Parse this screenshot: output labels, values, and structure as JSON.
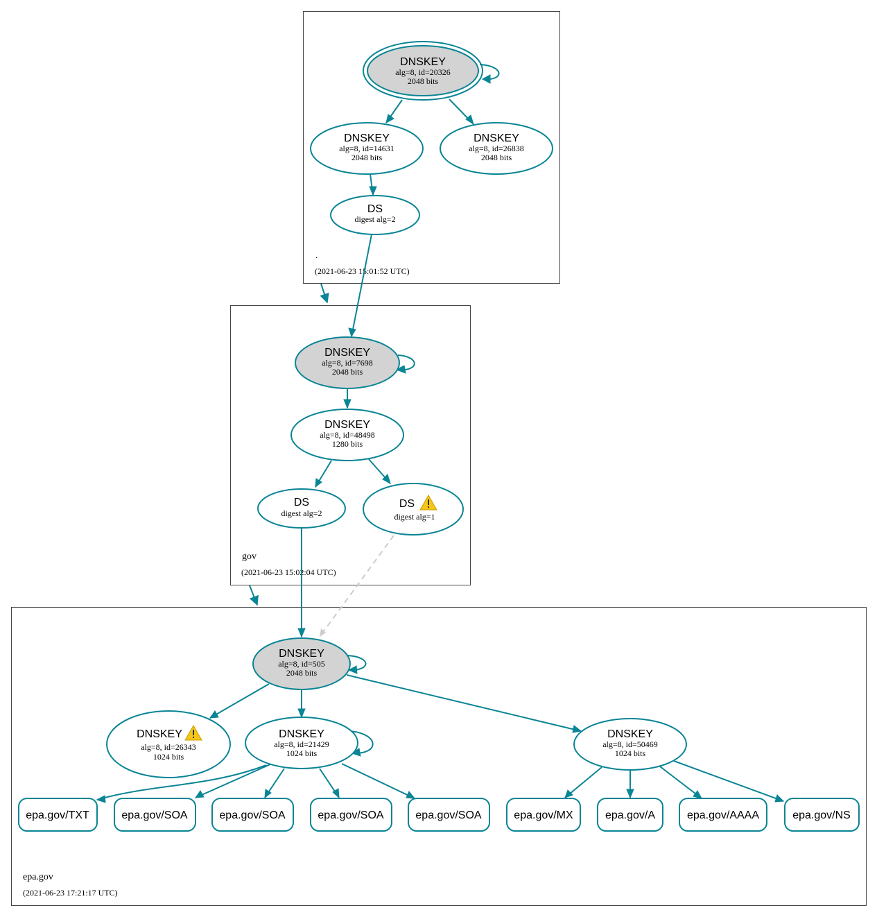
{
  "colors": {
    "edge": "#0a8595",
    "ksk_fill": "#d3d3d3",
    "node_fill": "#ffffff",
    "warning": "#f5c518",
    "insecure_edge": "#cccccc",
    "zone_border": "#444444"
  },
  "zones": {
    "root": {
      "name": ".",
      "timestamp": "(2021-06-23 15:01:52 UTC)"
    },
    "gov": {
      "name": "gov",
      "timestamp": "(2021-06-23 15:02:04 UTC)"
    },
    "epa": {
      "name": "epa.gov",
      "timestamp": "(2021-06-23 17:21:17 UTC)"
    }
  },
  "nodes": {
    "root_ksk": {
      "type": "DNSKEY",
      "detail": "alg=8, id=20326",
      "size": "2048 bits"
    },
    "root_zsk1": {
      "type": "DNSKEY",
      "detail": "alg=8, id=14631",
      "size": "2048 bits"
    },
    "root_zsk2": {
      "type": "DNSKEY",
      "detail": "alg=8, id=26838",
      "size": "2048 bits"
    },
    "root_ds": {
      "type": "DS",
      "detail": "digest alg=2"
    },
    "gov_ksk": {
      "type": "DNSKEY",
      "detail": "alg=8, id=7698",
      "size": "2048 bits"
    },
    "gov_zsk": {
      "type": "DNSKEY",
      "detail": "alg=8, id=48498",
      "size": "1280 bits"
    },
    "gov_ds2": {
      "type": "DS",
      "detail": "digest alg=2"
    },
    "gov_ds1": {
      "type": "DS",
      "detail": "digest alg=1",
      "warning_icon": "warning-triangle-icon"
    },
    "epa_ksk": {
      "type": "DNSKEY",
      "detail": "alg=8, id=505",
      "size": "2048 bits"
    },
    "epa_key_26343": {
      "type": "DNSKEY",
      "detail": "alg=8, id=26343",
      "size": "1024 bits",
      "warning_icon": "warning-triangle-icon"
    },
    "epa_key_21429": {
      "type": "DNSKEY",
      "detail": "alg=8, id=21429",
      "size": "1024 bits"
    },
    "epa_key_50469": {
      "type": "DNSKEY",
      "detail": "alg=8, id=50469",
      "size": "1024 bits"
    }
  },
  "rrsets": [
    "epa.gov/TXT",
    "epa.gov/SOA",
    "epa.gov/SOA",
    "epa.gov/SOA",
    "epa.gov/SOA",
    "epa.gov/MX",
    "epa.gov/A",
    "epa.gov/AAAA",
    "epa.gov/NS"
  ]
}
